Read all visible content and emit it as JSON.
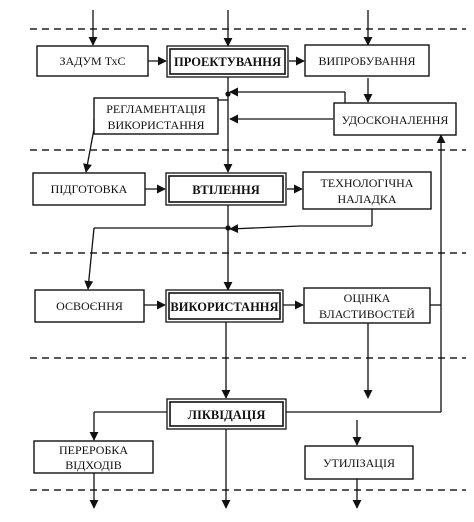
{
  "nodes": {
    "zadum": "ЗАДУМ ТхС",
    "proektuvannia": "ПРОЕКТУВАННЯ",
    "vyprobuvannia": "ВИПРОБУВАННЯ",
    "reglamentatsiia_line1": "РЕГЛАМЕНТАЦІЯ",
    "reglamentatsiia_line2": "ВИКОРИСТАННЯ",
    "udoskonalennia": "УДОСКОНАЛЕННЯ",
    "pidhotovka": "ПІДГОТОВКА",
    "vtilennia": "ВТІЛЕННЯ",
    "tekhnolohichna_line1": "ТЕХНОЛОГІЧНА",
    "tekhnolohichna_line2": "НАЛАДКА",
    "osvoiennia": "ОСВОЄННЯ",
    "vykorystannia": "ВИКОРИСТАННЯ",
    "otsinka_line1": "ОЦІНКА",
    "otsinka_line2": "ВЛАСТИВОСТЕЙ",
    "likvidatsiia": "ЛІКВІДАЦІЯ",
    "pererobka_line1": "ПЕРЕРОБКА",
    "pererobka_line2": "ВІДХОДІВ",
    "utylizatsiia": "УТИЛІЗАЦІЯ"
  }
}
